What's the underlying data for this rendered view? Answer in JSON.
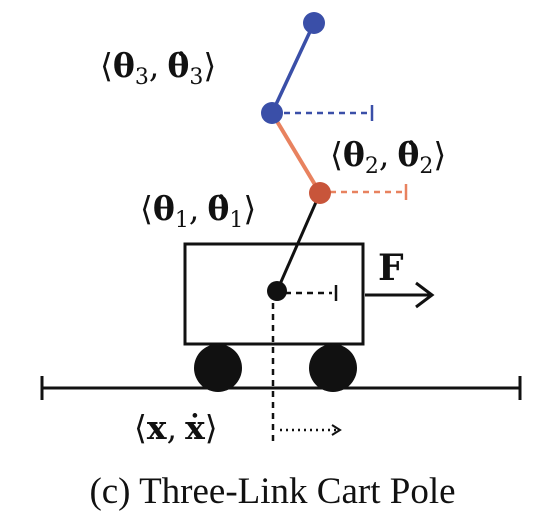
{
  "caption": "(c) Three-Link Cart Pole",
  "labels": {
    "link3": {
      "open": "⟨",
      "theta": "θ",
      "sub": "3",
      "sep": ",",
      "theta_dot": "θ̇",
      "sub_dot": "3",
      "close": "⟩"
    },
    "link2": {
      "open": "⟨",
      "theta": "θ",
      "sub": "2",
      "sep": ",",
      "theta_dot": "θ̇",
      "sub_dot": "2",
      "close": "⟩"
    },
    "link1": {
      "open": "⟨",
      "theta": "θ",
      "sub": "1",
      "sep": ",",
      "theta_dot": "θ̇",
      "sub_dot": "1",
      "close": "⟩"
    },
    "cart": {
      "open": "⟨",
      "x": "x",
      "sep": ",",
      "x_dot": "ẋ",
      "close": "⟩"
    },
    "force": "F"
  },
  "colors": {
    "link3": "#3a4fa8",
    "link2": "#e8825f",
    "link1": "#111111",
    "ink": "#111111"
  }
}
